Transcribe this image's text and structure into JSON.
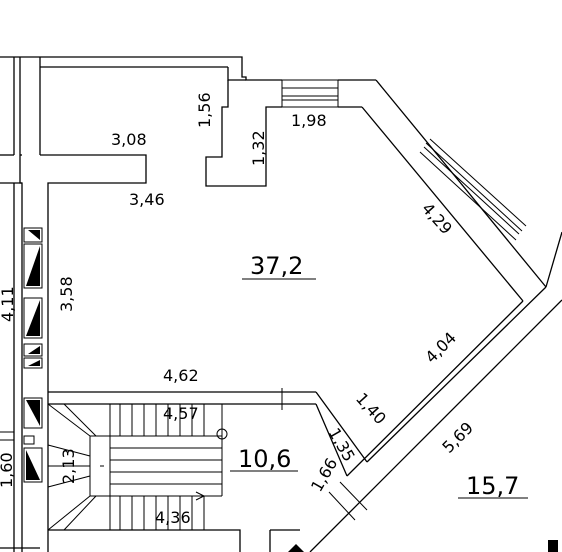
{
  "areas": {
    "main_room": "37,2",
    "stair_hall": "10,6",
    "lower_right_room": "15,7"
  },
  "dimensions": {
    "d_308": "3,08",
    "d_156": "1,56",
    "d_132": "1,32",
    "d_198": "1,98",
    "d_346": "3,46",
    "d_429": "4,29",
    "d_358": "3,58",
    "d_411": "4,11",
    "d_404": "4,04",
    "d_462": "4,62",
    "d_140": "1,40",
    "d_457": "4,57",
    "d_135": "1,35",
    "d_569": "5,69",
    "d_213": "2,13",
    "d_166": "1,66",
    "d_436": "4,36",
    "d_160_partial": "1,60"
  }
}
